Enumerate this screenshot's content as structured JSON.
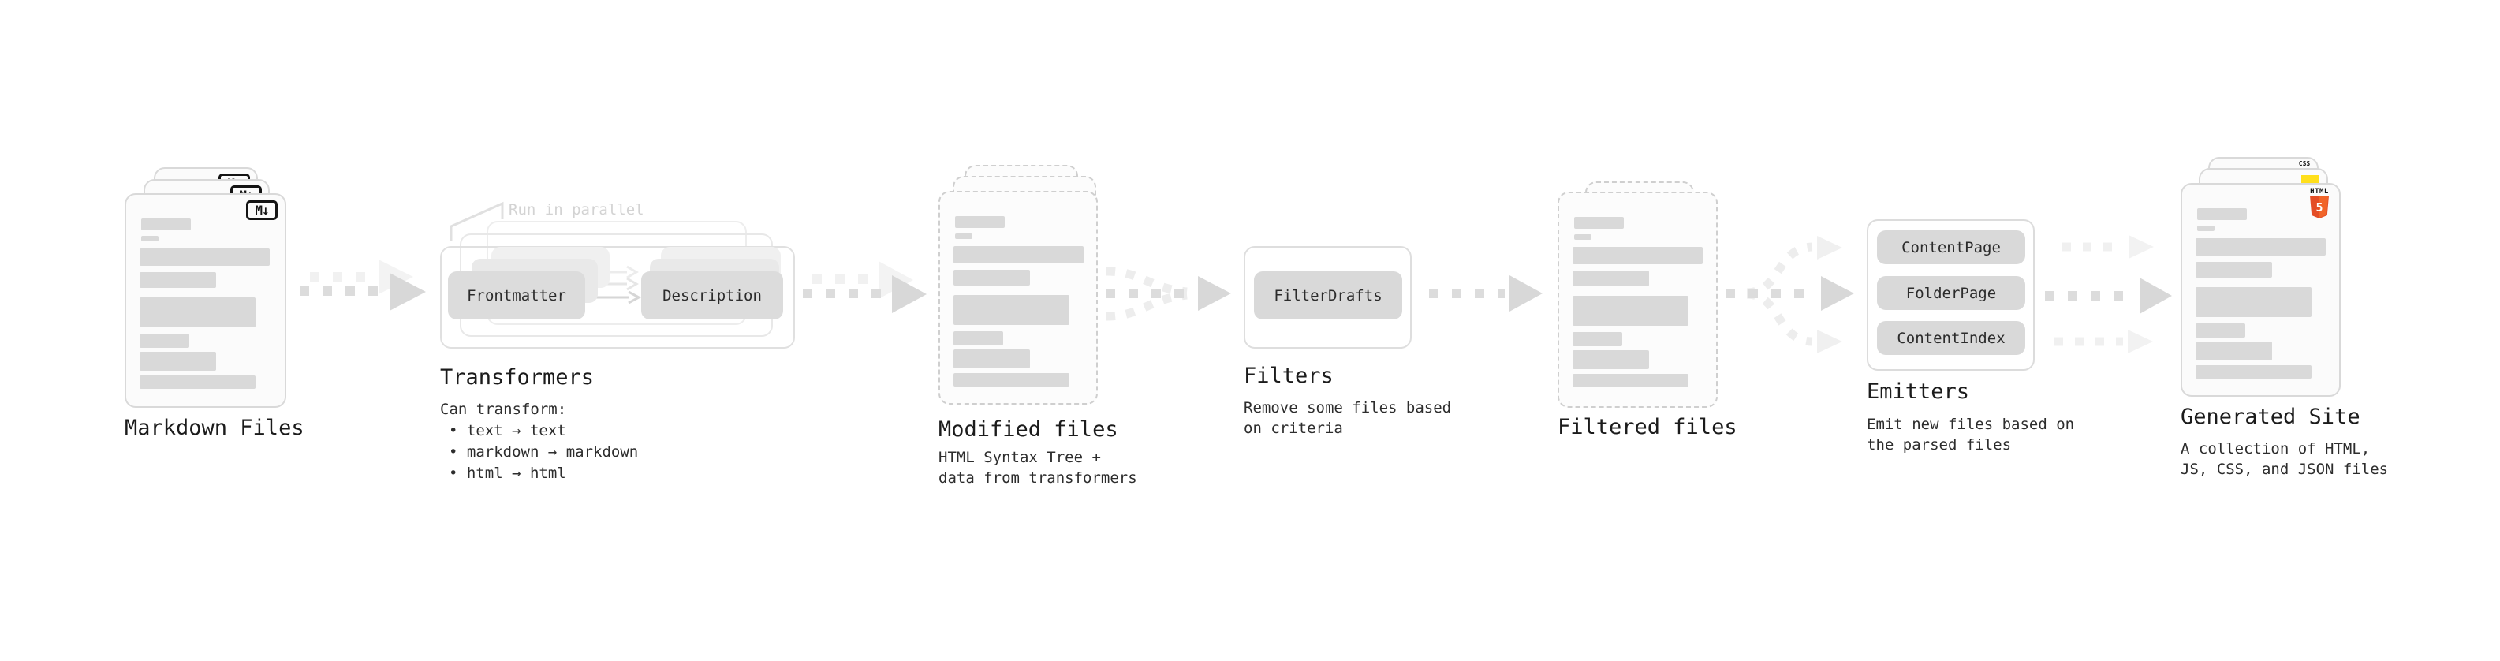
{
  "diagram": {
    "stages": [
      {
        "id": "markdown-files",
        "title": "Markdown Files",
        "badge": "M↓"
      },
      {
        "id": "transformers",
        "title": "Transformers",
        "note": "Run in parallel",
        "pills": [
          "Frontmatter",
          "Description"
        ],
        "description_lines": [
          "Can transform:",
          "• text → text",
          "• markdown → markdown",
          "• html → html"
        ]
      },
      {
        "id": "modified-files",
        "title": "Modified files",
        "description_lines": [
          "HTML Syntax Tree +",
          "data from transformers"
        ]
      },
      {
        "id": "filters",
        "title": "Filters",
        "pills": [
          "FilterDrafts"
        ],
        "description_lines": [
          "Remove some files based",
          "on criteria"
        ]
      },
      {
        "id": "filtered-files",
        "title": "Filtered files"
      },
      {
        "id": "emitters",
        "title": "Emitters",
        "pills": [
          "ContentPage",
          "FolderPage",
          "ContentIndex"
        ],
        "description_lines": [
          "Emit new files based on",
          "the parsed files"
        ]
      },
      {
        "id": "generated-site",
        "title": "Generated Site",
        "description_lines": [
          "A collection of HTML,",
          "JS, CSS, and JSON files"
        ],
        "file_badges": {
          "html_label": "HTML",
          "html_number": "5",
          "css_label": "CSS"
        }
      }
    ],
    "colors": {
      "html5_orange": "#e44d26",
      "html5_orange_light": "#f16529",
      "js_yellow": "#ffdf1b",
      "css_blue": "#2a6af5"
    }
  }
}
